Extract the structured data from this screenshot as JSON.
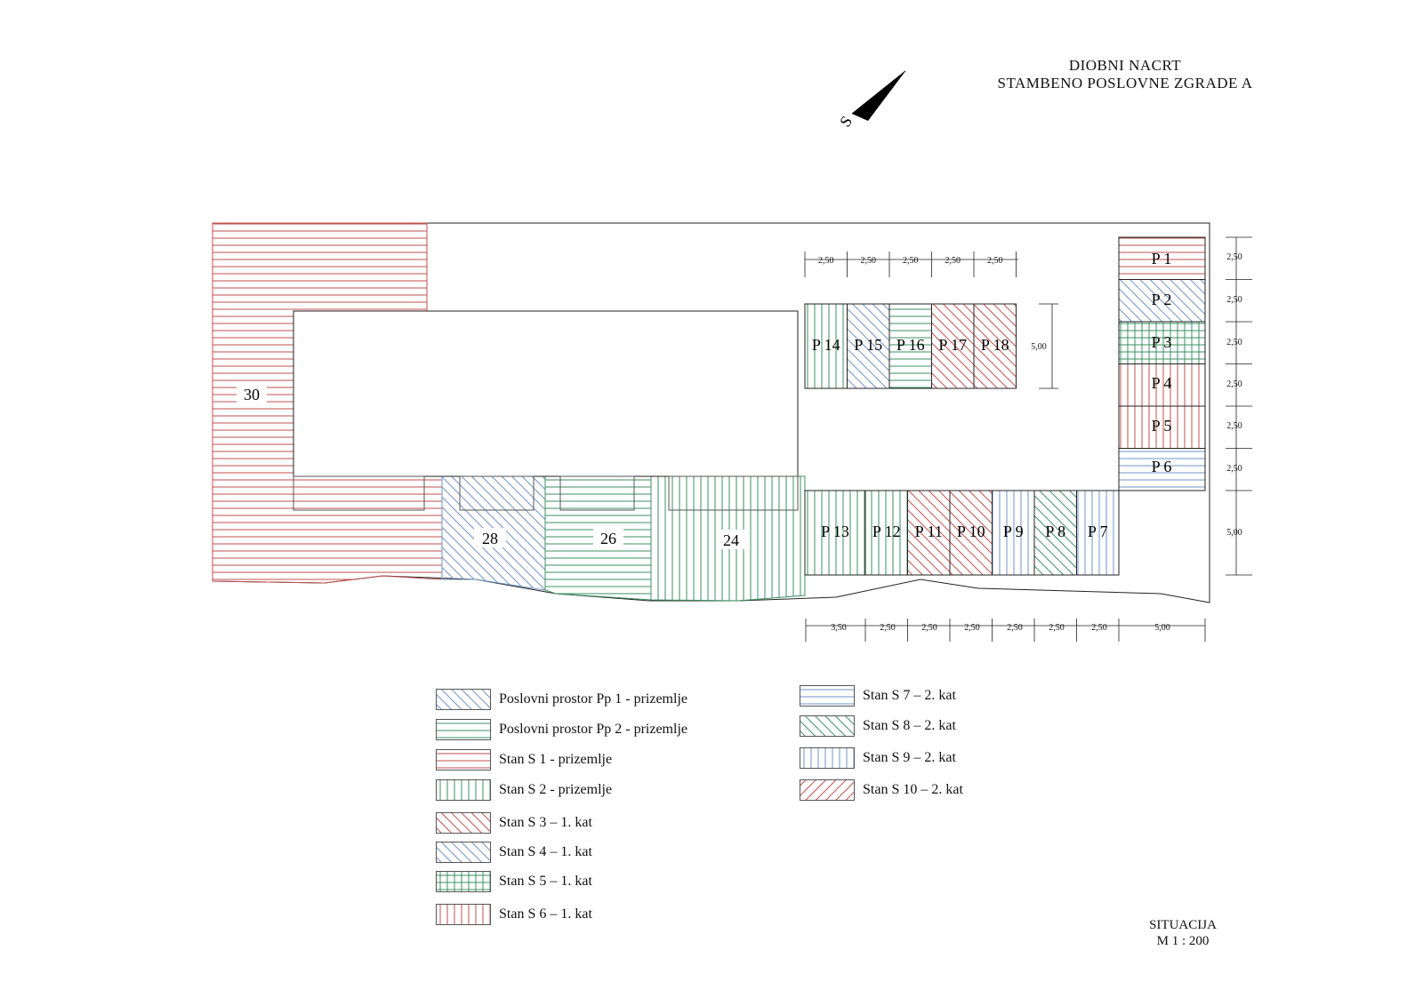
{
  "header": {
    "title_line1": "DIOBNI NACRT",
    "title_line2": "STAMBENO POSLOVNE ZGRADE A"
  },
  "north_arrow": {
    "label": "S"
  },
  "colors": {
    "red": "#c0504d",
    "blue": "#6f94c4",
    "green": "#3e8f63",
    "outline": "#222222"
  },
  "plots": {
    "p30": "30",
    "p28": "28",
    "p26": "26",
    "p24": "24"
  },
  "spaces": {
    "p1": "P 1",
    "p2": "P 2",
    "p3": "P 3",
    "p4": "P 4",
    "p5": "P 5",
    "p6": "P 6",
    "p7": "P 7",
    "p8": "P 8",
    "p9": "P 9",
    "p10": "P 10",
    "p11": "P 11",
    "p12": "P 12",
    "p13": "P 13",
    "p14": "P 14",
    "p15": "P 15",
    "p16": "P 16",
    "p17": "P 17",
    "p18": "P 18"
  },
  "dimensions": {
    "top_row": [
      "2,50",
      "2,50",
      "2,50",
      "2,50",
      "2,50"
    ],
    "top_depth": "5,00",
    "right_column": [
      "2,50",
      "2,50",
      "2,50",
      "2,50",
      "2,50",
      "2,50",
      "5,00"
    ],
    "bottom_row": [
      "3,50",
      "2,50",
      "2,50",
      "2,50",
      "2,50",
      "2,50",
      "2,50",
      "5,00"
    ]
  },
  "legend": [
    {
      "label": "Poslovni prostor Pp 1 - prizemlje",
      "pattern": "diag-blue"
    },
    {
      "label": "Poslovni prostor Pp 2 - prizemlje",
      "pattern": "horiz-green"
    },
    {
      "label": "Stan S 1 - prizemlje",
      "pattern": "horiz-red"
    },
    {
      "label": "Stan S 2 - prizemlje",
      "pattern": "vert-green"
    },
    {
      "label": "Stan S 3 – 1. kat",
      "pattern": "diag-red"
    },
    {
      "label": "Stan S 4 – 1. kat",
      "pattern": "diag-blue"
    },
    {
      "label": "Stan S 5 – 1. kat",
      "pattern": "grid-green"
    },
    {
      "label": "Stan S 6 – 1. kat",
      "pattern": "vert-red"
    },
    {
      "label": "Stan S 7 – 2. kat",
      "pattern": "horiz-blue"
    },
    {
      "label": "Stan S 8 – 2. kat",
      "pattern": "diag-green"
    },
    {
      "label": "Stan S 9 – 2. kat",
      "pattern": "vert-blue"
    },
    {
      "label": "Stan S 10 – 2. kat",
      "pattern": "diagb-red"
    }
  ],
  "footer": {
    "sheet_name": "SITUACIJA",
    "scale": "M 1 : 200"
  }
}
